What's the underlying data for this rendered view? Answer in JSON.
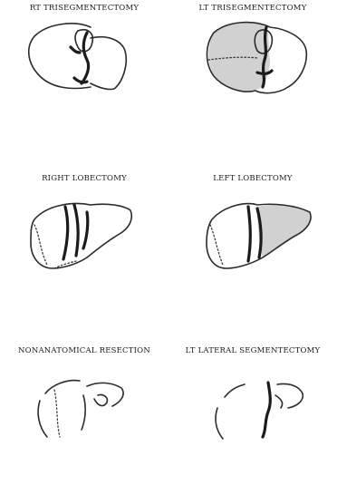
{
  "panels": [
    {
      "id": "rt-trisegmentectomy",
      "title": "RT TRISEGMENTECTOMY"
    },
    {
      "id": "lt-trisegmentectomy",
      "title": "LT TRISEGMENTECTOMY"
    },
    {
      "id": "right-lobectomy",
      "title": "RIGHT LOBECTOMY"
    },
    {
      "id": "left-lobectomy",
      "title": "LEFT LOBECTOMY"
    },
    {
      "id": "nonanatomical-resection",
      "title": "NONANATOMICAL RESECTION"
    },
    {
      "id": "lt-lateral-segmentectomy",
      "title": "LT LATERAL SEGMENTECTOMY"
    }
  ]
}
